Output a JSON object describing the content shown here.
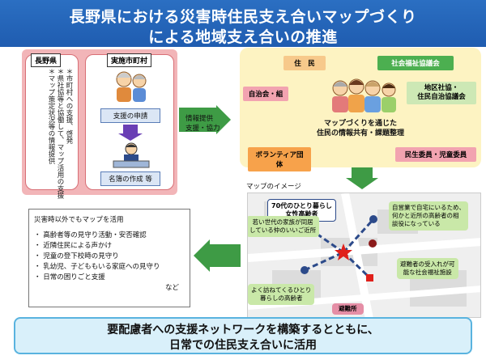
{
  "title": {
    "line1": "長野県における災害時住民支え合いマップづくり",
    "line2": "による地域支え合いの推進"
  },
  "prefecture": {
    "tag": "長野県",
    "text": "＊市町村への支援、啓発\n＊県社協等と協働して、マップ活用の支援\n＊マップ策定状況等の情報提供"
  },
  "municipality": {
    "tag": "実施市町村",
    "step1": "支援の申請",
    "step2": "名簿の作成 等"
  },
  "flow_label": {
    "line1": "情報提供",
    "line2": "支援・協力"
  },
  "network": {
    "resident": "住　民",
    "social_welfare": "社会福祉協議会",
    "neighborhood": "自治会・組",
    "district_welfare": "地区社協・\n住民自治協議会",
    "volunteer": "ボランティア団体",
    "commissioners": "民生委員・児童委員",
    "center_line1": "マップづくりを通じた",
    "center_line2": "住民の情報共有・課題整理"
  },
  "map": {
    "caption": "マップのイメージ",
    "elder": "70代のひとり暮らし\n女性高齢者",
    "young_gen": "若い世代の家族が同居\nしている仲のいいご近所",
    "self_employed": "自営業で自宅にいるため、\n何かと近所の高齢者の相\n談役になっている",
    "visitor": "よく訪ねてくるひとり\n暮らしの高齢者",
    "facility": "避難者の受入れが可\n能な社会福祉施設",
    "shelter": "避難所"
  },
  "usage": {
    "heading": "災害時以外でもマップを活用",
    "items": [
      "高齢者等の見守り活動・安否確認",
      "近隣住民による声かけ",
      "児童の登下校時の見守り",
      "乳幼児、子どももいる家庭への見守り",
      "日常の困りごと支援"
    ],
    "etc": "など"
  },
  "bottom": {
    "line1": "要配慮者への支援ネットワークを構築するとともに、",
    "line2": "日常での住民支え合いに活用"
  },
  "colors": {
    "title_bg": "#2b6fc2",
    "arrow": "#3e9b45",
    "panel_pink": "#f2b5b8",
    "panel_yellow": "#fdf3c2"
  }
}
